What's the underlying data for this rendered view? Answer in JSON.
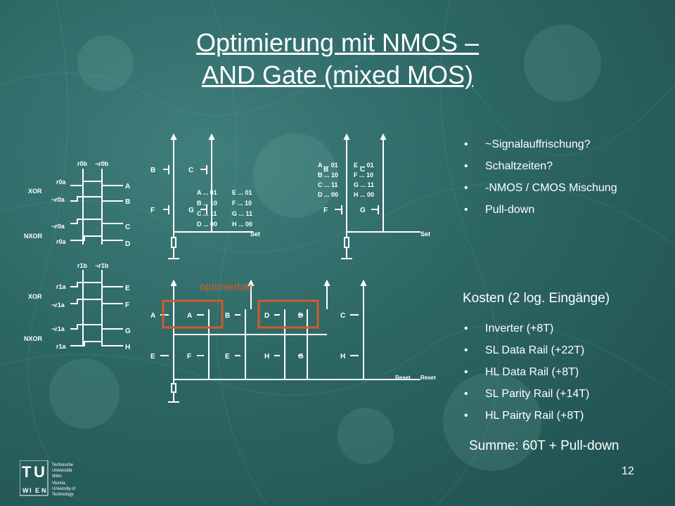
{
  "slide": {
    "title_line1": "Optimierung mit NMOS –",
    "title_line2": "AND Gate (mixed MOS)",
    "bullets_top": [
      "~Signalauffrischung?",
      "Schaltzeiten?",
      "-NMOS / CMOS Mischung",
      "Pull-down"
    ],
    "costs_heading": "Kosten (2 log. Eingänge)",
    "costs": [
      "Inverter (+8T)",
      "SL Data Rail (+22T)",
      "HL Data Rail (+8T)",
      "SL Parity Rail (+14T)",
      "HL Pairty Rail (+8T)"
    ],
    "sum": "Summe: 60T + Pull-down",
    "page_number": "12",
    "optimierbar": "optimierbar",
    "highlight_color": "#d45a2a"
  },
  "logo": {
    "letters": [
      "T",
      "U",
      "W",
      "I",
      "E",
      "N"
    ],
    "lines": [
      "Technische",
      "Universität",
      "Wien",
      "Vienna",
      "University of",
      "Technology"
    ]
  },
  "circuit": {
    "xor_labels": [
      "XOR",
      "NXOR",
      "XOR",
      "NXOR"
    ],
    "top_tags": [
      "r0b",
      "¬r0b",
      "r1b",
      "¬r1b"
    ],
    "row_tags": [
      "r0a",
      "¬r0a",
      "¬r0a",
      "r0a",
      "r1a",
      "¬r1a",
      "¬r1a",
      "r1a"
    ],
    "outputs": [
      "A",
      "B",
      "C",
      "D",
      "E",
      "F",
      "G",
      "H"
    ],
    "mid_tr": [
      "B",
      "C",
      "F",
      "G"
    ],
    "mid_table": [
      "A ... 01",
      "E ... 01",
      "B ... 10",
      "F ... 10",
      "C ... 11",
      "G ... 11",
      "D ... 00",
      "H ... 00"
    ],
    "set": "Set",
    "reset": "Reset",
    "right_tr": [
      "B",
      "C",
      "F",
      "G"
    ],
    "bottom_top": [
      "A",
      "A",
      "B",
      "D",
      "D",
      "C"
    ],
    "bottom_bot": [
      "E",
      "F",
      "E",
      "H",
      "G",
      "H"
    ]
  }
}
